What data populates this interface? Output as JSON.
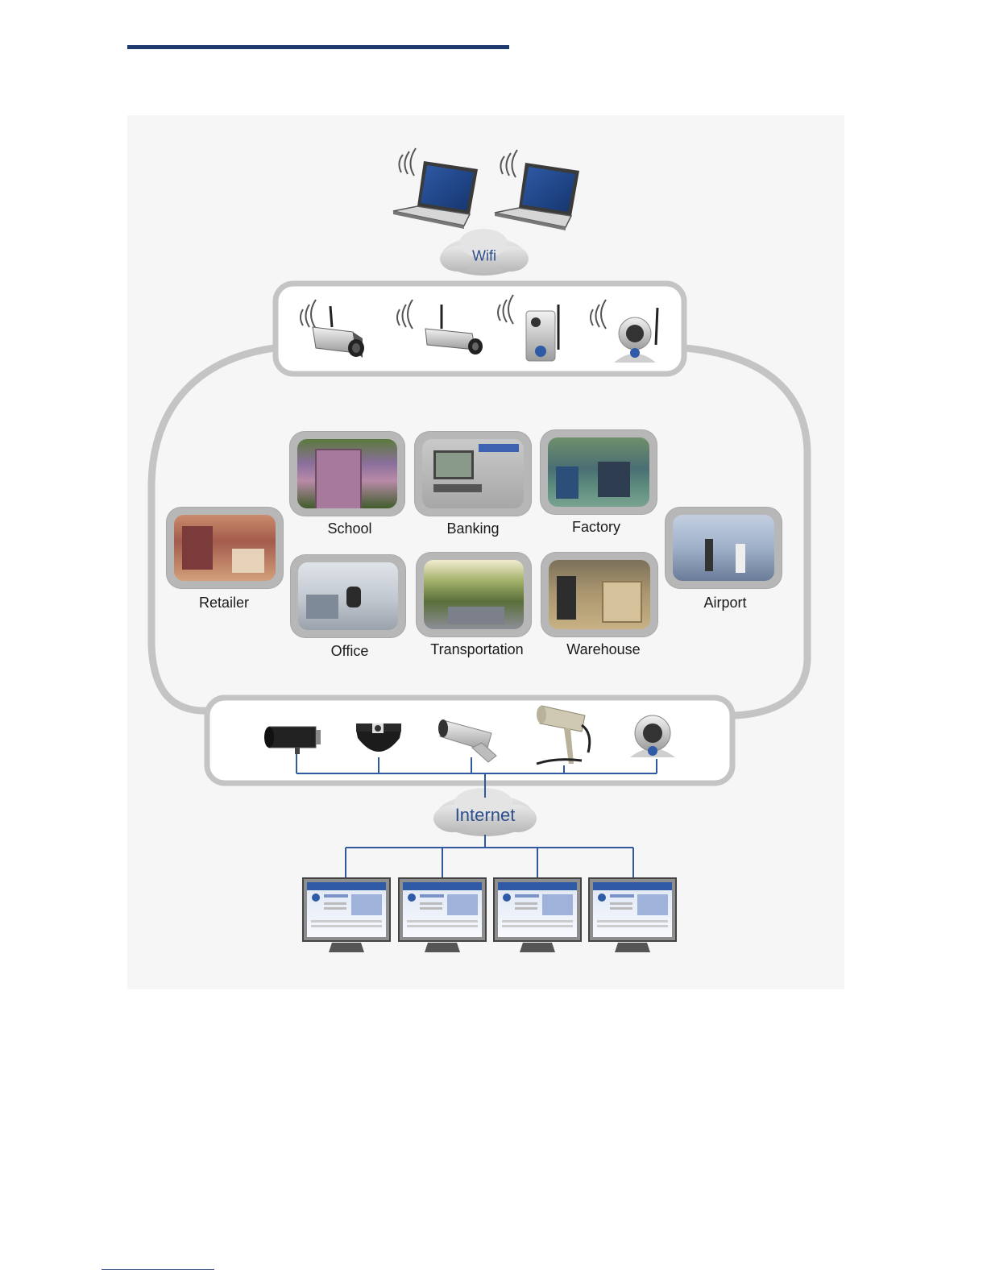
{
  "clouds": {
    "wifi": "Wifi",
    "internet": "Internet"
  },
  "locations": {
    "school": "School",
    "banking": "Banking",
    "factory": "Factory",
    "retailer": "Retailer",
    "airport": "Airport",
    "office": "Office",
    "transportation": "Transportation",
    "warehouse": "Warehouse"
  },
  "devices": {
    "laptops": [
      "laptop-icon",
      "laptop-icon"
    ],
    "wireless_cameras": [
      "box-camera-icon",
      "box-camera-icon",
      "cube-camera-icon",
      "ptz-dome-camera-icon"
    ],
    "wired_cameras": [
      "box-camera-icon",
      "dome-camera-icon",
      "bullet-camera-icon",
      "outdoor-camera-icon",
      "ptz-dome-camera-icon"
    ],
    "monitors": [
      "monitor-icon",
      "monitor-icon",
      "monitor-icon",
      "monitor-icon"
    ]
  },
  "colors": {
    "rule": "#1f3a6e",
    "connector": "#2f5a9e",
    "frame": "#c7c7c7",
    "cloud_text": "#2c4f8c"
  }
}
